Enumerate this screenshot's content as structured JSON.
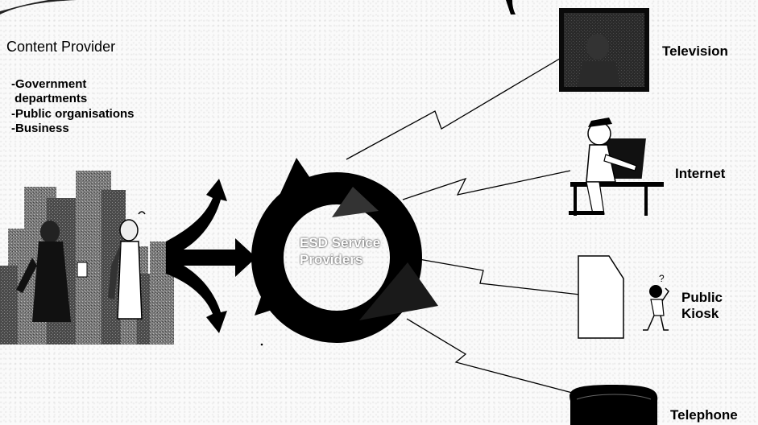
{
  "content_provider": {
    "title": "Content Provider",
    "items": [
      "-Government",
      " departments",
      "-Public organisations",
      "-Business"
    ]
  },
  "hub": {
    "line1": "ESD Service",
    "line2": "Providers"
  },
  "channels": {
    "television": "Television",
    "internet": "Internet",
    "kiosk_line1": "Public",
    "kiosk_line2": "Kiosk",
    "telephone": "Telephone"
  }
}
